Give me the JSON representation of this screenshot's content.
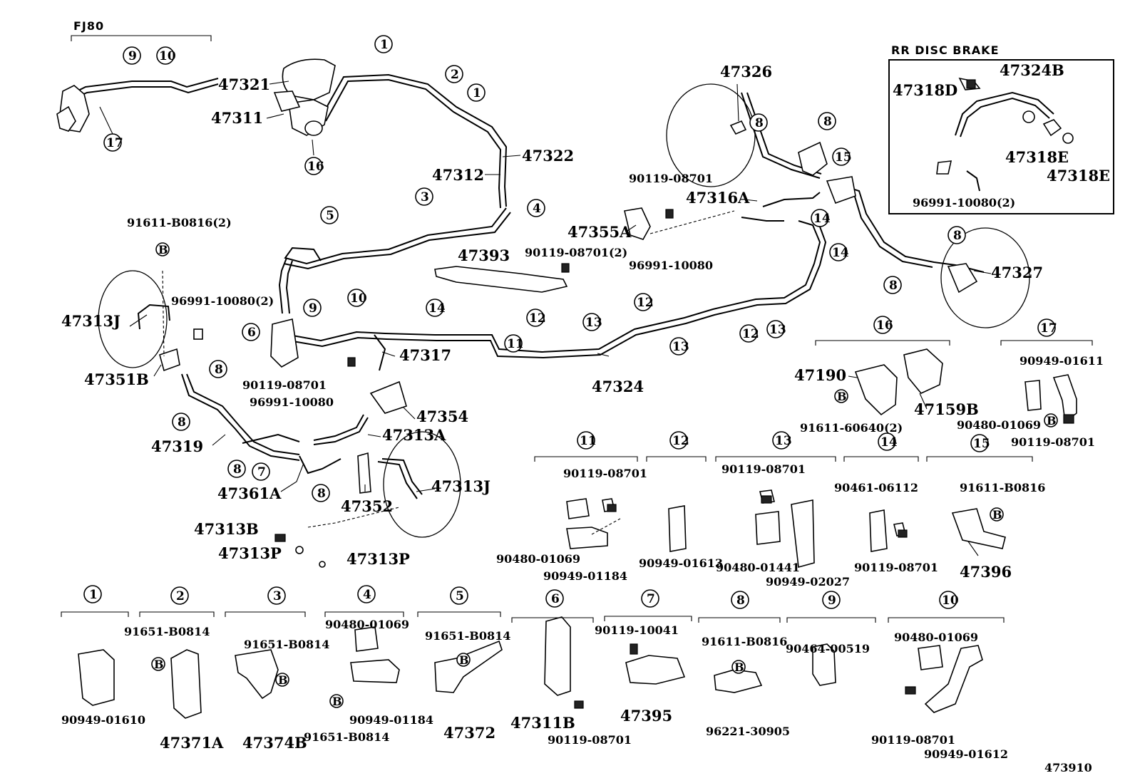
{
  "diagram": {
    "header_fj80": "FJ80",
    "header_rr_disc": "RR DISC BRAKE",
    "ref_code": "473910"
  },
  "callouts": [
    {
      "n": "1"
    },
    {
      "n": "2"
    },
    {
      "n": "3"
    },
    {
      "n": "4"
    },
    {
      "n": "5"
    },
    {
      "n": "6"
    },
    {
      "n": "7"
    },
    {
      "n": "8"
    },
    {
      "n": "9"
    },
    {
      "n": "10"
    },
    {
      "n": "11"
    },
    {
      "n": "12"
    },
    {
      "n": "13"
    },
    {
      "n": "14"
    },
    {
      "n": "15"
    },
    {
      "n": "16"
    },
    {
      "n": "17"
    }
  ],
  "bolt_symbol": "B",
  "parts_main": {
    "p47321": "47321",
    "p47311": "47311",
    "p47322": "47322",
    "p47312": "47312",
    "p47393": "47393",
    "p47326": "47326",
    "p47316A": "47316A",
    "p47355A": "47355A",
    "p47327": "47327",
    "p47313J_l": "47313J",
    "p47313J_r": "47313J",
    "p47351B": "47351B",
    "p47319": "47319",
    "p47361A": "47361A",
    "p47317": "47317",
    "p47354": "47354",
    "p47313A": "47313A",
    "p47352": "47352",
    "p47313B": "47313B",
    "p47313P_l": "47313P",
    "p47313P_r": "47313P",
    "p47324": "47324",
    "p47190": "47190",
    "p47159B": "47159B",
    "p47396": "47396",
    "p47324B": "47324B",
    "p47318D": "47318D",
    "p47318E_1": "47318E",
    "p47318E_2": "47318E",
    "p47371A": "47371A",
    "p47374B": "47374B",
    "p47372": "47372",
    "p47311B": "47311B",
    "p47395": "47395"
  },
  "parts_small": {
    "s91611_B0816_2": "91611-B0816(2)",
    "s96991_10080_2a": "96991-10080(2)",
    "s90119_08701_a": "90119-08701",
    "s96991_10080_a": "96991-10080",
    "s90119_08701_2": "90119-08701(2)",
    "s90119_08701_b": "90119-08701",
    "s96991_10080_b": "96991-10080",
    "s96991_10080_2b": "96991-10080(2)",
    "s91611_60640_2": "91611-60640(2)",
    "s90949_01611": "90949-01611",
    "s90480_01069_a": "90480-01069",
    "s90119_08701_c": "90119-08701",
    "s90119_08701_d": "90119-08701",
    "s90480_01069_b": "90480-01069",
    "s90949_01184_a": "90949-01184",
    "s90949_01613": "90949-01613",
    "s90119_08701_e": "90119-08701",
    "s90480_01441": "90480-01441",
    "s90949_02027": "90949-02027",
    "s90461_06112": "90461-06112",
    "s90119_08701_f": "90119-08701",
    "s91611_B0816_a": "91611-B0816",
    "s91651_B0814_a": "91651-B0814",
    "s91651_B0814_b": "91651-B0814",
    "s90480_01069_c": "90480-01069",
    "s91651_B0814_c": "91651-B0814",
    "s90949_01184_b": "90949-01184",
    "s91651_B0814_d": "91651-B0814",
    "s90119_10041": "90119-10041",
    "s91611_B0816_b": "91611-B0816",
    "s90464_00519": "90464-00519",
    "s90480_01069_d": "90480-01069",
    "s90949_01610": "90949-01610",
    "s90119_08701_g": "90119-08701",
    "s96221_30905": "96221-30905",
    "s90119_08701_h": "90119-08701",
    "s90949_01612": "90949-01612"
  }
}
